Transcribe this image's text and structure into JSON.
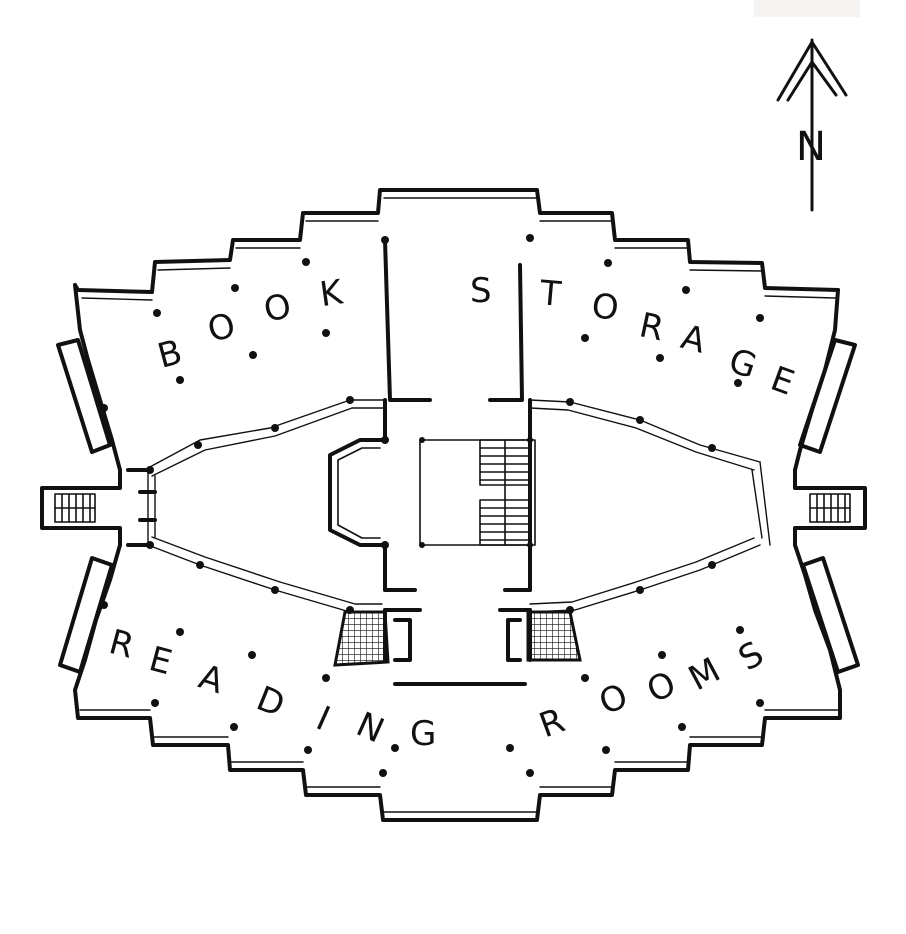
{
  "diagram": {
    "labels": {
      "book_storage": [
        "B",
        "O",
        "O",
        "K",
        "S",
        "T",
        "O",
        "R",
        "A",
        "G",
        "E"
      ],
      "reading_rooms": [
        "R",
        "E",
        "A",
        "D",
        "I",
        "N",
        "G",
        "R",
        "O",
        "O",
        "M",
        "S"
      ]
    },
    "north_marker": "N",
    "colors": {
      "ink": "#111111",
      "paper": "#ffffff"
    }
  }
}
